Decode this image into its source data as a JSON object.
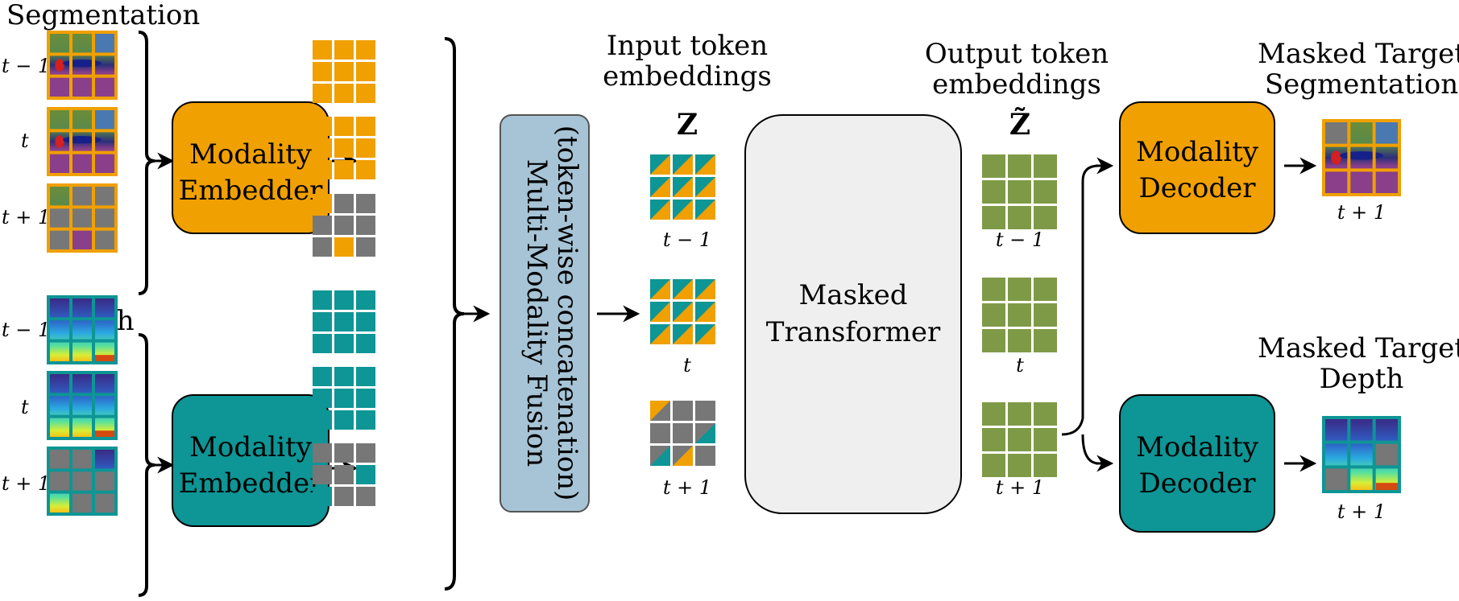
{
  "colors": {
    "orange": "#f0a000",
    "teal": "#0e9595",
    "green": "#7f9a47",
    "gray": "#777777",
    "seg_purple": "#8a3f8a",
    "fusion_fill": "#a7c4d6",
    "transformer_fill": "#efefef"
  },
  "inputs": {
    "segmentation": {
      "label": "Segmentation",
      "time_labels": [
        "t − 1",
        "t",
        "t + 1"
      ]
    },
    "depth": {
      "label": "Depth",
      "time_labels": [
        "t − 1",
        "t",
        "t + 1"
      ]
    }
  },
  "embedders": {
    "seg": {
      "line1": "Modality",
      "line2": "Embedder"
    },
    "depth": {
      "line1": "Modality",
      "line2": "Embedder"
    }
  },
  "fusion": {
    "line1": "Multi-Modality Fusion",
    "line2": "(token-wise concatenation)"
  },
  "input_tokens": {
    "title_line1": "Input token",
    "title_line2": "embeddings",
    "symbol": "Z",
    "time_labels": [
      "t − 1",
      "t",
      "t + 1"
    ]
  },
  "transformer": {
    "line1": "Masked",
    "line2": "Transformer"
  },
  "output_tokens": {
    "title_line1": "Output token",
    "title_line2": "embeddings",
    "symbol": "Z̃",
    "time_labels": [
      "t − 1",
      "t",
      "t + 1"
    ]
  },
  "decoders": {
    "seg": {
      "line1": "Modality",
      "line2": "Decoder"
    },
    "depth": {
      "line1": "Modality",
      "line2": "Decoder"
    }
  },
  "targets": {
    "seg": {
      "line1": "Masked Target",
      "line2": "Segmentation",
      "time_label": "t + 1"
    },
    "depth": {
      "line1": "Masked Target",
      "line2": "Depth",
      "time_label": "t + 1"
    }
  }
}
